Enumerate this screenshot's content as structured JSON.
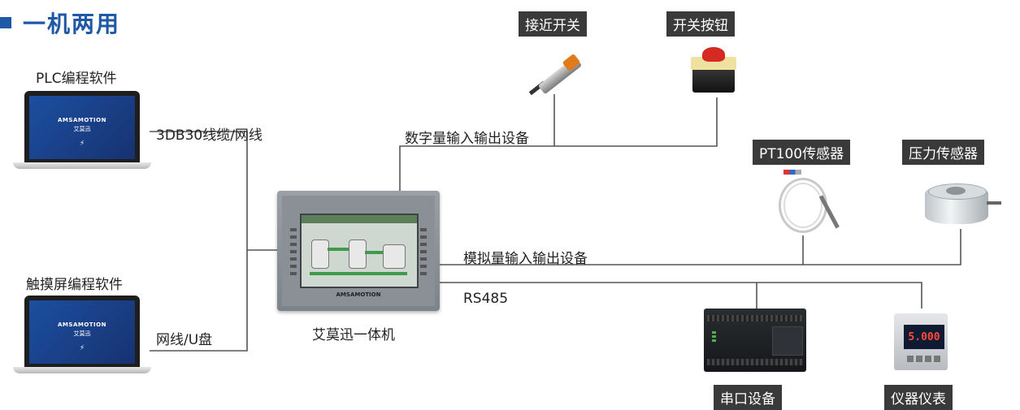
{
  "title": "一机两用",
  "software": {
    "plc_label": "PLC编程软件",
    "hmi_label": "触摸屏编程软件",
    "brand_name": "AMSAMOTION",
    "brand_cn": "艾莫迅"
  },
  "connections": {
    "cable_plc": "3DB30线缆/网线",
    "cable_hmi": "网线/U盘",
    "digital_io": "数字量输入输出设备",
    "analog_io": "模拟量输入输出设备",
    "rs485": "RS485"
  },
  "center_device": {
    "label": "艾莫迅一体机",
    "brand": "AMSAMOTION"
  },
  "devices": {
    "proximity_switch": "接近开关",
    "switch_button": "开关按钮",
    "pt100_sensor": "PT100传感器",
    "pressure_sensor": "压力传感器",
    "serial_device": "串口设备",
    "instrument": "仪器仪表",
    "meter_reading": "5.000"
  },
  "colors": {
    "accent": "#1f58a6",
    "tag_bg": "#3a3a3a",
    "line": "#555555"
  }
}
